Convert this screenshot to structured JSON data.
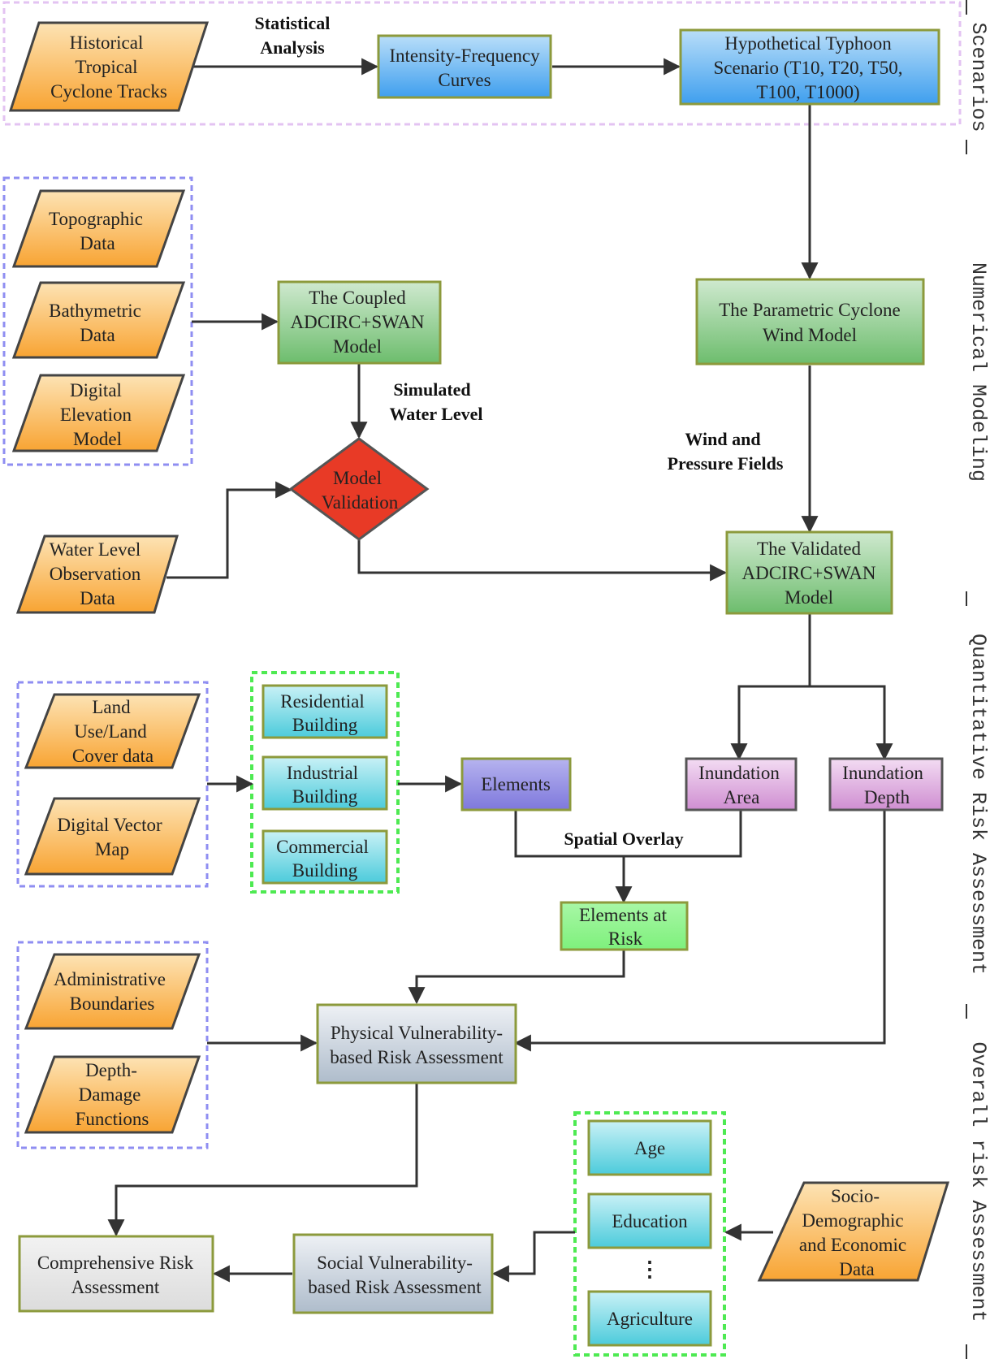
{
  "stages": {
    "scenarios": "Scenarios",
    "numerical_modeling": "Numerical Modeling",
    "quantitative_risk": "Quantitative Risk Assessment",
    "overall_risk": "Overall risk Assessment"
  },
  "nodes": {
    "historical_tracks": [
      "Historical",
      "Tropical",
      "Cyclone Tracks"
    ],
    "intensity_frequency": [
      "Intensity-Frequency",
      "Curves"
    ],
    "hypothetical_typhoon": [
      "Hypothetical Typhoon",
      "Scenario (T10, T20, T50,",
      "T100, T1000)"
    ],
    "topographic": [
      "Topographic",
      "Data"
    ],
    "bathymetric": [
      "Bathymetric",
      "Data"
    ],
    "dem": [
      "Digital",
      "Elevation",
      "Model"
    ],
    "coupled_model": [
      "The Coupled",
      "ADCIRC+SWAN",
      "Model"
    ],
    "parametric_wind": [
      "The Parametric Cyclone",
      "Wind Model"
    ],
    "model_validation": [
      "Model",
      "Validation"
    ],
    "water_level_obs": [
      "Water Level",
      "Observation",
      "Data"
    ],
    "validated_model": [
      "The Validated",
      "ADCIRC+SWAN",
      "Model"
    ],
    "land_use": [
      "Land",
      "Use/Land",
      "Cover data"
    ],
    "digital_vector": [
      "Digital Vector",
      "Map"
    ],
    "residential": [
      "Residential",
      "Building"
    ],
    "industrial": [
      "Industrial",
      "Building"
    ],
    "commercial": [
      "Commercial",
      "Building"
    ],
    "elements": [
      "Elements"
    ],
    "inundation_area": [
      "Inundation",
      "Area"
    ],
    "inundation_depth": [
      "Inundation",
      "Depth"
    ],
    "elements_at_risk": [
      "Elements at",
      "Risk"
    ],
    "admin_boundaries": [
      "Administrative",
      "Boundaries"
    ],
    "depth_damage": [
      "Depth-",
      "Damage",
      "Functions"
    ],
    "physical_vuln": [
      "Physical Vulnerability-",
      "based Risk Assessment"
    ],
    "age": [
      "Age"
    ],
    "education": [
      "Education"
    ],
    "ellipsis": [
      "⋮"
    ],
    "agriculture": [
      "Agriculture"
    ],
    "socio_demographic": [
      "Socio-",
      "Demographic",
      "and Economic",
      "Data"
    ],
    "social_vuln": [
      "Social Vulnerability-",
      "based Risk Assessment"
    ],
    "comprehensive": [
      "Comprehensive Risk",
      "Assessment"
    ]
  },
  "edge_labels": {
    "statistical_analysis": [
      "Statistical",
      "Analysis"
    ],
    "simulated_water_level": [
      "Simulated",
      "Water Level"
    ],
    "wind_pressure": [
      "Wind and",
      "Pressure Fields"
    ],
    "spatial_overlay": [
      "Spatial Overlay"
    ]
  },
  "colors": {
    "input_orange": "#f9a93d",
    "scenario_blue": "#4aa6ee",
    "model_green": "#79c479",
    "validation_red": "#e83a26",
    "building_cyan": "#5ccfde",
    "elements_purple": "#8b85e0",
    "inundation_purple": "#d79bd8",
    "at_risk_green": "#88f287",
    "assessment_gray": "#b9c4d1",
    "comprehensive_gray": "#e3e3e3",
    "border_olive": "#8c9a3c",
    "dash_purple": "#8f8ef2",
    "dash_pink": "#e3c3f2",
    "dash_green": "#4eea52"
  }
}
